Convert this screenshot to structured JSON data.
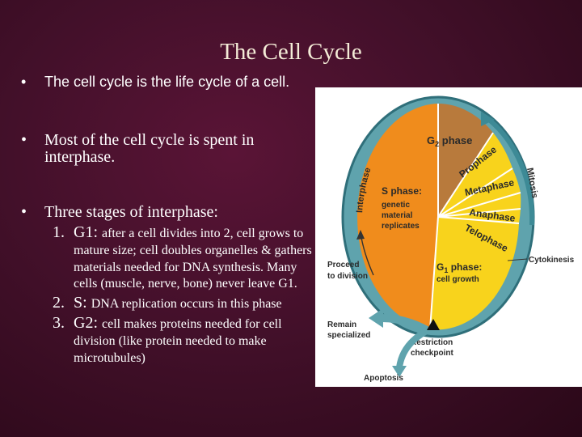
{
  "slide": {
    "title": "The Cell Cycle",
    "bullet_char": "•",
    "bullets": [
      {
        "text": "The cell cycle is the life cycle of a cell."
      },
      {
        "text": "Most of the cell cycle is spent in interphase."
      },
      {
        "text": "Three stages of interphase:"
      }
    ],
    "stages": [
      {
        "num": "1.",
        "head": "G1:",
        "body": "after a cell divides into 2, cell grows to mature size; cell doubles organelles & gathers materials needed for DNA synthesis. Many cells (muscle, nerve, bone) never leave G1."
      },
      {
        "num": "2.",
        "head": "S:",
        "body": "DNA replication occurs in this phase"
      },
      {
        "num": "3.",
        "head": "G2:",
        "body": "cell makes proteins needed for cell division (like protein needed to make microtubules)"
      }
    ]
  },
  "diagram": {
    "g2": {
      "label": "G",
      "sub": "2",
      "rest": " phase"
    },
    "interphase": "Interphase",
    "mitosis": "Mitosis",
    "s_phase": [
      "S phase:",
      "genetic",
      "material",
      "replicates"
    ],
    "prophase": "Prophase",
    "metaphase": "Metaphase",
    "anaphase": "Anaphase",
    "telophase": "Telophase",
    "g1": {
      "label": "G",
      "sub": "1",
      "rest": " phase:",
      "line2": "cell growth"
    },
    "cytokinesis": "Cytokinesis",
    "proceed": [
      "Proceed",
      "to division"
    ],
    "remain": [
      "Remain",
      "specialized"
    ],
    "restriction": [
      "Restriction",
      "checkpoint"
    ],
    "apoptosis": "Apoptosis",
    "colors": {
      "s": "#f08c1c",
      "g1": "#f8d31c",
      "g2": "#b87a3c",
      "ring": "#5fa3ad",
      "ring_dark": "#2f6f7a"
    }
  }
}
